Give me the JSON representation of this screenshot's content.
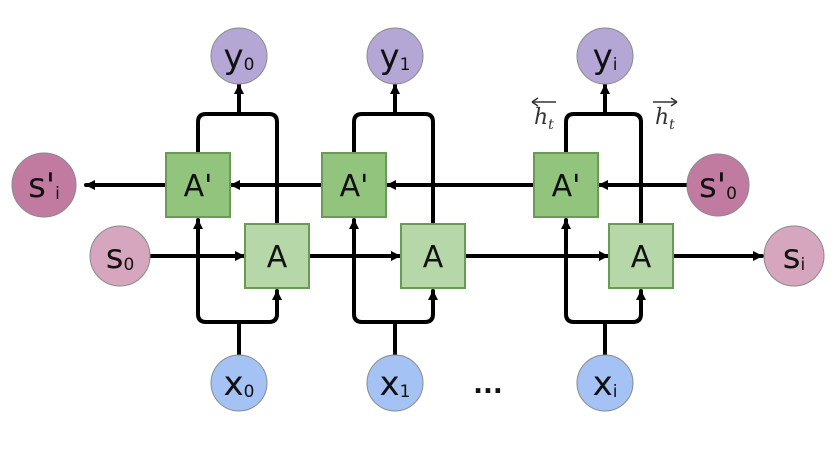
{
  "colors": {
    "y_node": "#b4a7d6",
    "x_node": "#a4c2f4",
    "s_node": "#d5a6bd",
    "s_prime_node": "#c27ba0",
    "a_box": "#b6d7a8",
    "a_prime_box": "#93c47d",
    "box_stroke": "#6a9a54",
    "line": "#000000"
  },
  "outputs": [
    {
      "base": "y",
      "sub": "0"
    },
    {
      "base": "y",
      "sub": "1"
    },
    {
      "base": "y",
      "sub": "i"
    }
  ],
  "inputs": [
    {
      "base": "x",
      "sub": "0"
    },
    {
      "base": "x",
      "sub": "1"
    },
    {
      "base": "x",
      "sub": "i"
    }
  ],
  "forward_states": {
    "start": {
      "base": "s",
      "sub": "0"
    },
    "end": {
      "base": "s",
      "sub": "i"
    }
  },
  "backward_states": {
    "start": {
      "base": "s'",
      "sub": "0"
    },
    "end": {
      "base": "s'",
      "sub": "i"
    }
  },
  "forward_cell_label": "A",
  "backward_cell_label": "A'",
  "ellipsis": "...",
  "hidden_labels": {
    "backward": "h_t (←)",
    "forward": "h_t (→)"
  }
}
